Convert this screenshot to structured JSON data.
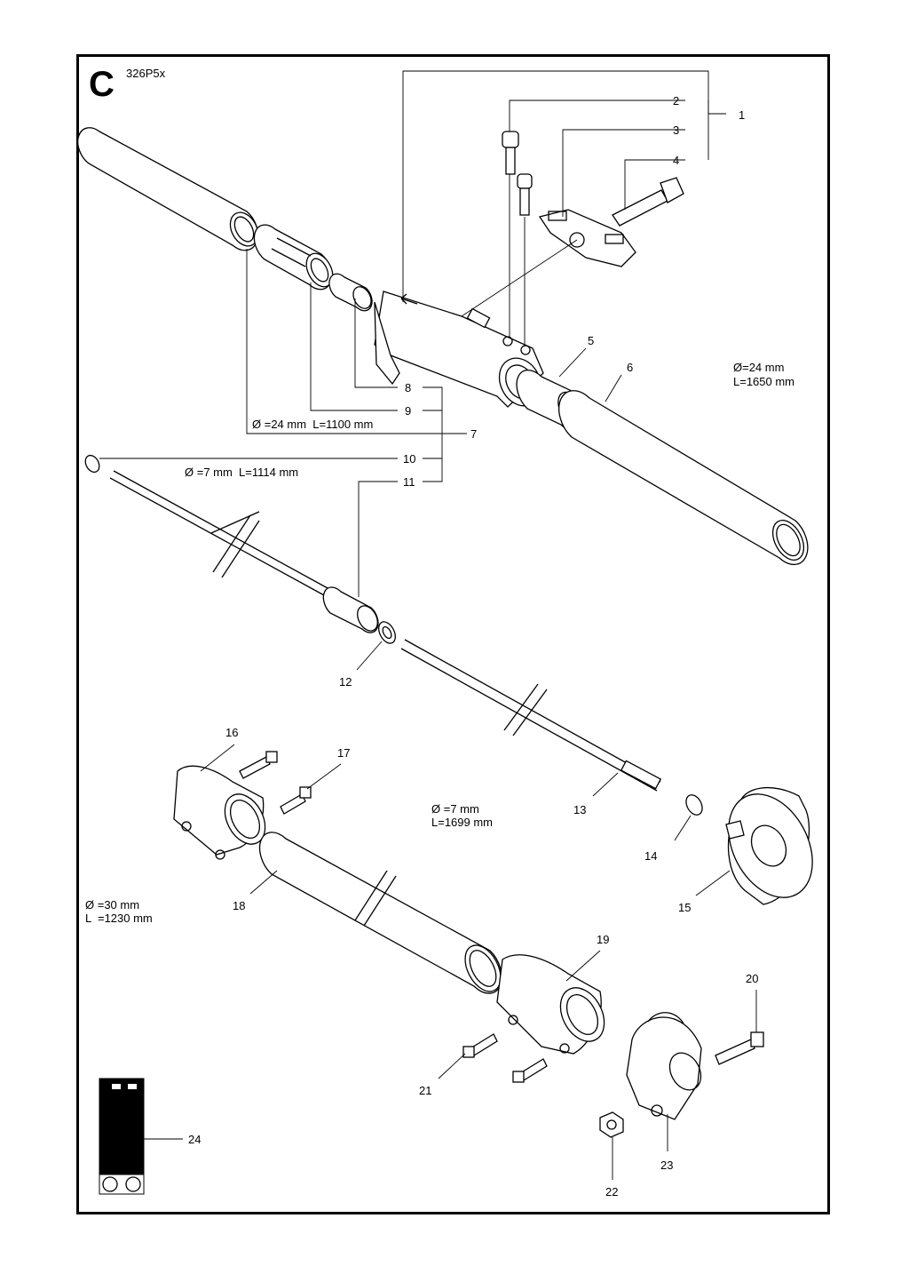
{
  "diagram": {
    "section_letter": "C",
    "model": "326P5x",
    "callouts": [
      "1",
      "2",
      "3",
      "4",
      "5",
      "6",
      "7",
      "8",
      "9",
      "10",
      "11",
      "12",
      "13",
      "14",
      "15",
      "16",
      "17",
      "18",
      "19",
      "20",
      "21",
      "22",
      "23",
      "24"
    ],
    "dimensions": {
      "upper_tube_dia": "Ø=24 mm",
      "upper_tube_len": "L=1650 mm",
      "inner_tube": "Ø =24 mm  L=1100 mm",
      "upper_shaft": "Ø =7 mm  L=1114 mm",
      "lower_shaft_dia": "Ø =7 mm",
      "lower_shaft_len": "L=1699 mm",
      "lower_tube_dia": "Ø =30 mm",
      "lower_tube_len": "L  =1230 mm"
    }
  }
}
